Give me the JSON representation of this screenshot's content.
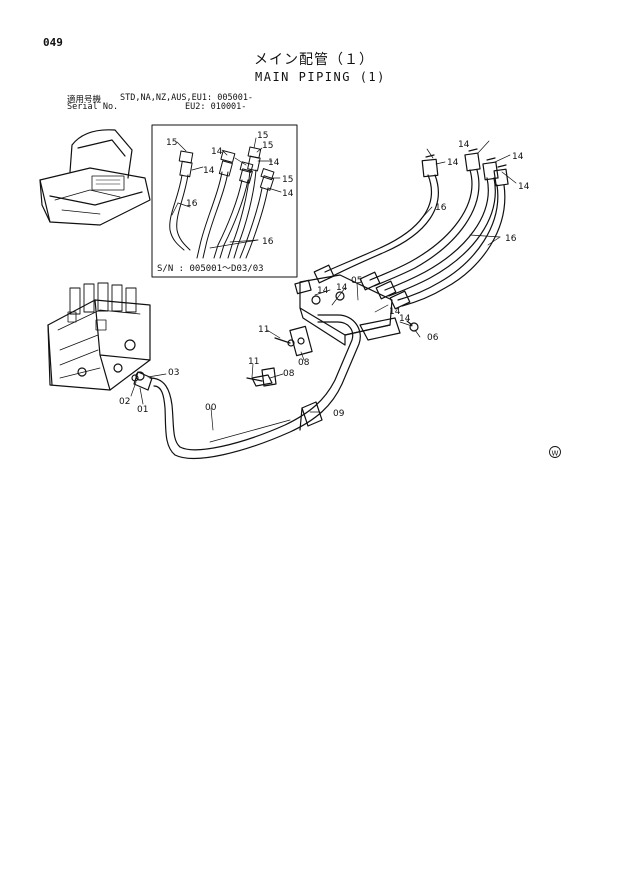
{
  "header": {
    "page_number": "049",
    "title_jp": "メイン配管（１）",
    "title_en": "MAIN PIPING (1)"
  },
  "serial": {
    "label_jp": "適用号機",
    "label_en": "Serial No.",
    "line1": "STD,NA,NZ,AUS,EU1: 005001-",
    "line2": "EU2: 010001-"
  },
  "inset": {
    "serial_range": "S/N : 005001～D03/03"
  },
  "callouts": {
    "p00": "00",
    "p01": "01",
    "p02": "02",
    "p03": "03",
    "p05": "05",
    "p06": "06",
    "p08": "08",
    "p09": "09",
    "p11": "11",
    "p14": "14",
    "p15": "15",
    "p16": "16"
  },
  "marks": {
    "corner_symbol": "W"
  }
}
